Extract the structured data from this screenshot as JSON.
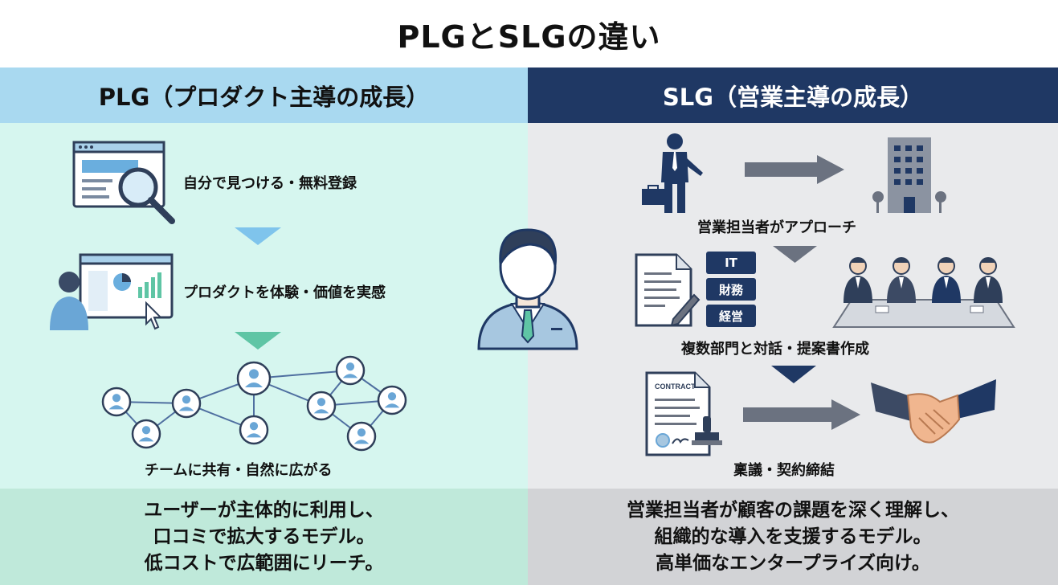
{
  "title": "PLGとSLGの違い",
  "plg": {
    "header": "PLG（プロダクト主導の成長）",
    "steps": [
      "自分で見つける・無料登録",
      "プロダクトを体験・価値を実感",
      "チームに共有・自然に広がる"
    ],
    "summary": [
      "ユーザーが主体的に利用し、",
      "口コミで拡大するモデル。",
      "低コストで広範囲にリーチ。"
    ]
  },
  "slg": {
    "header": "SLG（営業主導の成長）",
    "steps": [
      "営業担当者がアプローチ",
      "複数部門と対話・提案書作成",
      "稟議・契約締結"
    ],
    "departments": [
      "IT",
      "財務",
      "経営"
    ],
    "contract_label": "CONTRACT",
    "summary": [
      "営業担当者が顧客の課題を深く理解し、",
      "組織的な導入を支援するモデル。",
      "高単価なエンタープライズ向け。"
    ]
  },
  "colors": {
    "plg_bg": "#d6f6ef",
    "plg_header": "#a9d9f0",
    "slg_bg": "#e9eaec",
    "slg_header": "#1f3864",
    "navy": "#1f3864",
    "arrow_gray": "#6b7280"
  },
  "icons": {
    "plg_step1": "browser-magnifier-icon",
    "plg_step2": "user-dashboard-icon",
    "plg_step3": "user-network-icon",
    "center": "user-avatar-icon",
    "slg_step1": "salesperson-to-building-icon",
    "slg_step2": "proposal-meeting-icon",
    "slg_step3": "contract-handshake-icon"
  }
}
